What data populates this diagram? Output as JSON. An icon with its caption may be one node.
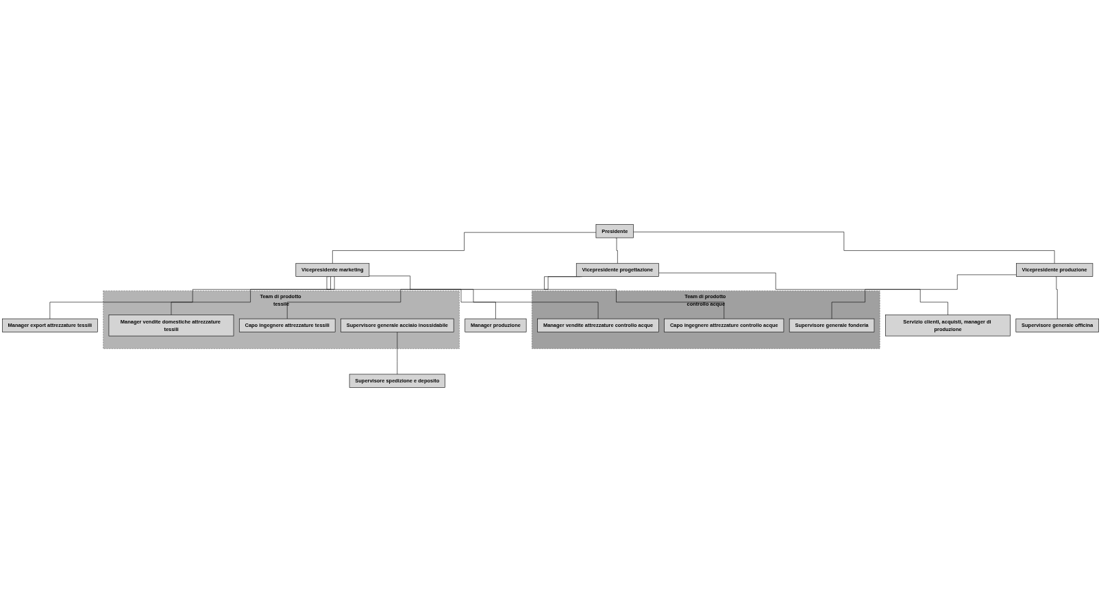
{
  "diagram": {
    "nodes": [
      {
        "text": [
          "Presidente"
        ]
      },
      {
        "text": [
          "Vicepresidente marketing"
        ]
      },
      {
        "text": [
          "Vicepresidente progettazione"
        ]
      },
      {
        "text": [
          "Vicepresidente produzione"
        ]
      },
      {
        "text": [
          "Team di prodotto controllo acque"
        ]
      },
      {
        "text": [
          "Manager vendite attrezzature controllo acque"
        ],
        "in": 4
      },
      {
        "text": [
          "Capo ingegnere attrezzature controllo acque"
        ],
        "in": 4
      },
      {
        "text": [
          "Supervisore generale fonderia"
        ],
        "in": 4
      },
      {
        "text": [
          "Supervisore generale officina"
        ]
      },
      {
        "text": [
          "Team di prodotto tessile"
        ]
      },
      {
        "text": [
          "Manager vendite domestiche attrezzature tessili"
        ],
        "in": 9
      },
      {
        "text": [
          "Capo ingegnere attrezzature tessili"
        ],
        "in": 9
      },
      {
        "text": [
          "Supervisore generale acciaio inossidabile"
        ],
        "in": 9
      },
      {
        "text": [
          "Manager export attrezzature tessili"
        ]
      },
      {
        "text": [
          "Servizio clienti, acquisti, manager di produzione"
        ]
      },
      {
        "text": [
          "Supervisore spedizione e deposito"
        ]
      },
      {
        "text": [
          "Manager produzione"
        ]
      }
    ],
    "edges": [
      {
        "from": 0,
        "to": 1,
        "arrow": "none"
      },
      {
        "from": 0,
        "to": 2,
        "arrow": "none"
      },
      {
        "from": 0,
        "to": 3,
        "arrow": "none"
      },
      {
        "from": 1,
        "to": 5,
        "arrow": "none"
      },
      {
        "from": 1,
        "to": 10,
        "arrow": "none"
      },
      {
        "from": 1,
        "to": 13,
        "arrow": "none"
      },
      {
        "from": 1,
        "to": 16,
        "arrow": "none"
      },
      {
        "from": 2,
        "to": 6,
        "arrow": "none"
      },
      {
        "from": 2,
        "to": 11,
        "arrow": "none"
      },
      {
        "from": 2,
        "to": 14,
        "arrow": "none"
      },
      {
        "from": 3,
        "to": 7,
        "arrow": "none"
      },
      {
        "from": 3,
        "to": 8,
        "arrow": "none"
      },
      {
        "from": 12,
        "to": 15,
        "arrow": "none"
      }
    ]
  }
}
